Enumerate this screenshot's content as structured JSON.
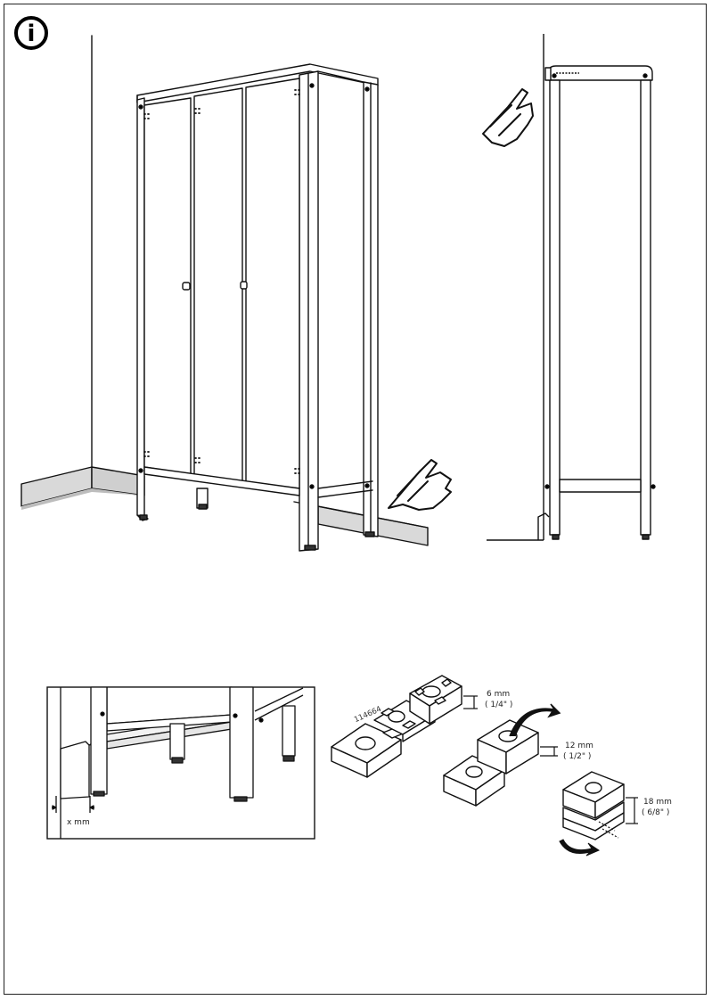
{
  "page": {
    "info_symbol": "i"
  },
  "inset": {
    "gap_label": "x mm"
  },
  "spacers": {
    "part_number": "114664",
    "small": {
      "mm": "6 mm",
      "inch": "( 1/4\" )"
    },
    "medium": {
      "mm": "12 mm",
      "inch": "( 1/2\" )"
    },
    "large": {
      "mm": "18 mm",
      "inch": "( 6/8\" )"
    }
  }
}
